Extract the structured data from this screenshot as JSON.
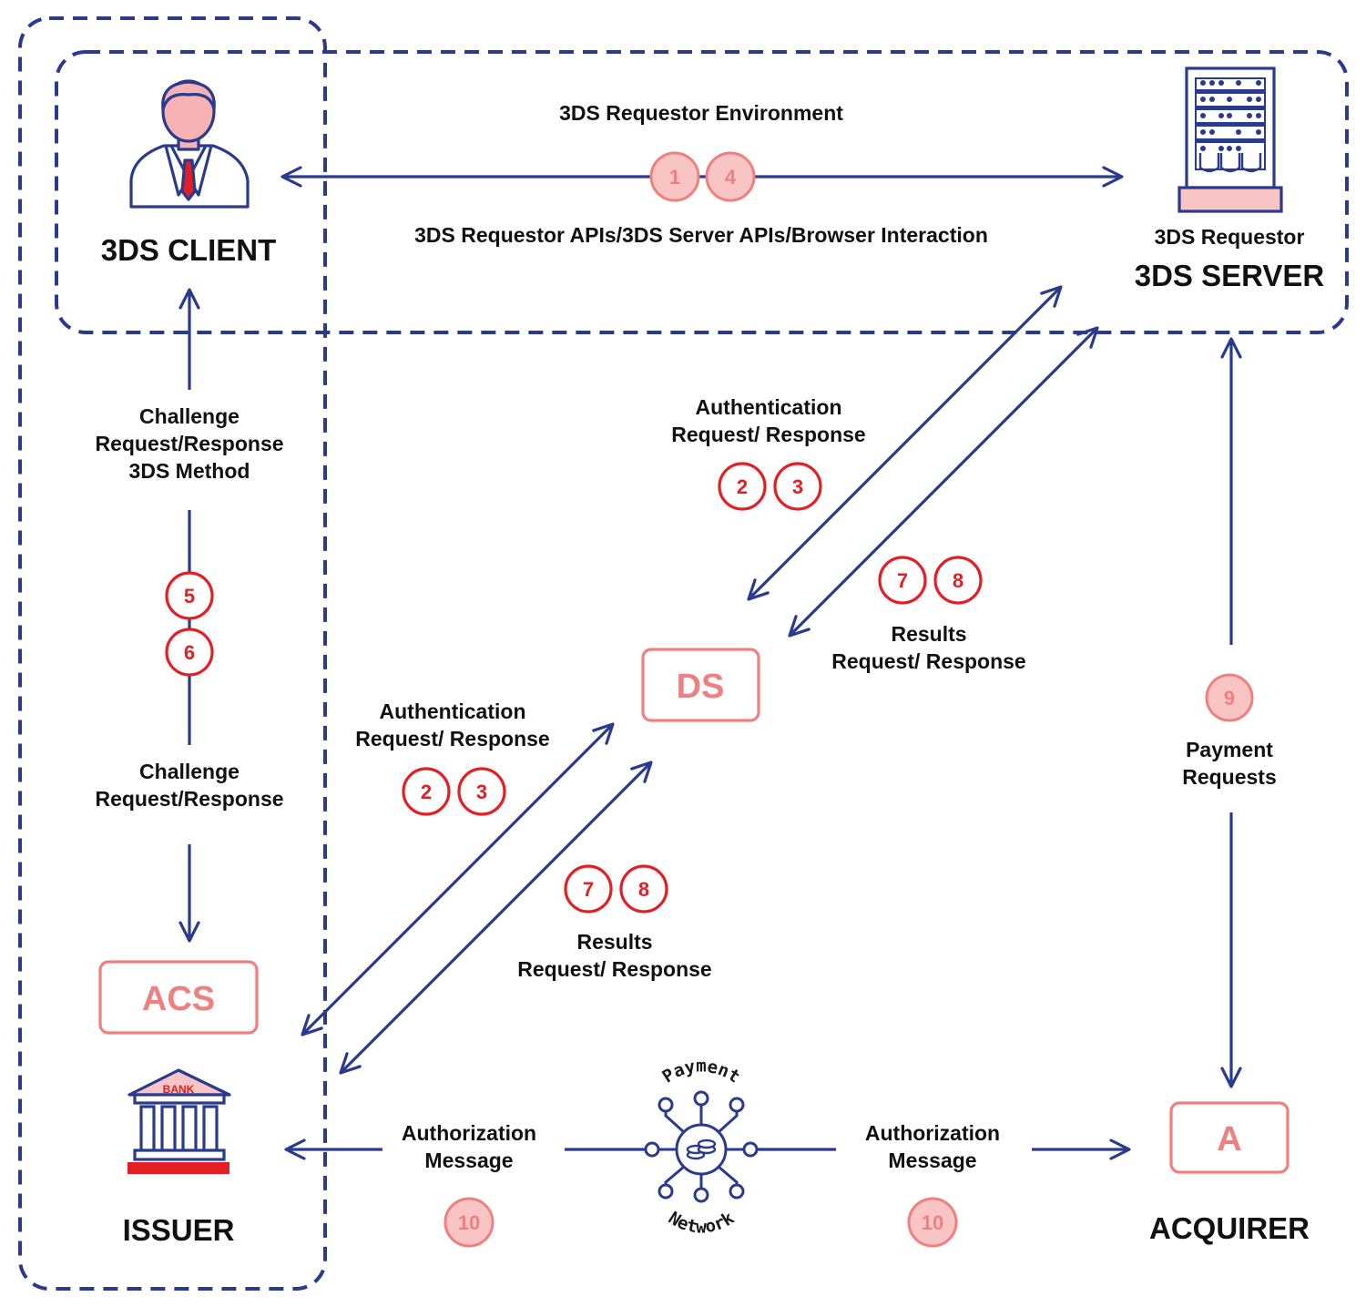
{
  "colors": {
    "navy": "#2a3a8c",
    "red": "#e31e24",
    "pink": "#f08080",
    "pink_fill": "#f9c4c4",
    "skin": "#f7b3b3"
  },
  "environment": {
    "title": "3DS Requestor Environment",
    "apis": "3DS Requestor APIs/3DS Server APIs/Browser Interaction"
  },
  "client": {
    "label": "3DS CLIENT",
    "icon": "person-icon"
  },
  "server": {
    "subtitle": "3DS Requestor",
    "label": "3DS SERVER",
    "icon": "server-rack-icon"
  },
  "ds": {
    "label": "DS"
  },
  "acs": {
    "label": "ACS"
  },
  "acquirer": {
    "box": "A",
    "label": "ACQUIRER"
  },
  "issuer": {
    "label": "ISSUER",
    "bank_sign": "BANK",
    "icon": "bank-icon"
  },
  "network": {
    "top": "Payment",
    "bottom": "Network",
    "icon": "payment-network-icon"
  },
  "left_flow": {
    "upper": [
      "Challenge",
      "Request/Response",
      "3DS Method"
    ],
    "lower": [
      "Challenge",
      "Request/Response"
    ]
  },
  "auth_label": [
    "Authentication",
    "Request/ Response"
  ],
  "results_label": [
    "Results",
    "Request/ Response"
  ],
  "payment_requests": [
    "Payment",
    "Requests"
  ],
  "authorization_message": [
    "Authorization",
    "Message"
  ],
  "badges": {
    "env": [
      "1",
      "4"
    ],
    "auth_upper": [
      "2",
      "3"
    ],
    "results_upper": [
      "7",
      "8"
    ],
    "challenge": [
      "5",
      "6"
    ],
    "auth_lower": [
      "2",
      "3"
    ],
    "results_lower": [
      "7",
      "8"
    ],
    "payment": "9",
    "authorization_left": "10",
    "authorization_right": "10"
  }
}
